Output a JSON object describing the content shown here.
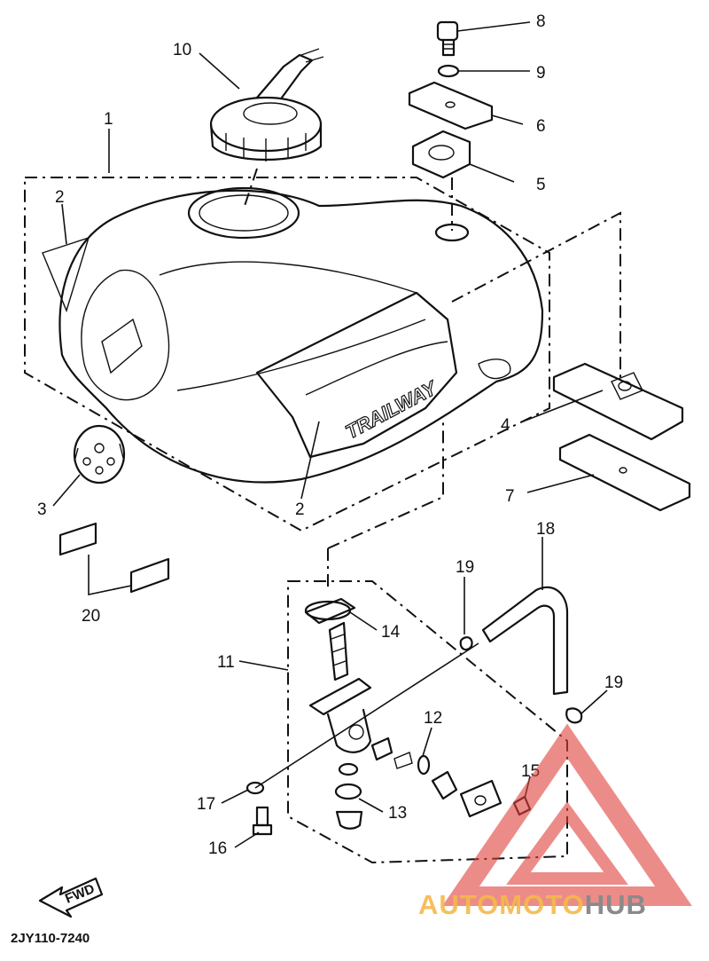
{
  "diagram": {
    "labels": {
      "p1": "1",
      "p2a": "2",
      "p2b": "2",
      "p3": "3",
      "p4": "4",
      "p5": "5",
      "p6": "6",
      "p7": "7",
      "p8": "8",
      "p9": "9",
      "p10": "10",
      "p11": "11",
      "p12": "12",
      "p13": "13",
      "p14": "14",
      "p15": "15",
      "p16": "16",
      "p17": "17",
      "p18": "18",
      "p19a": "19",
      "p19b": "19",
      "p20": "20"
    },
    "tank_decal": "TRAILWAY",
    "fwd_arrow": "FWD",
    "drawing_code": "2JY110-7240"
  },
  "watermark": {
    "part1": "AUTOMOTO",
    "part2": "HUB",
    "colors": {
      "part1": "#f5b84a",
      "part2": "#8a8a8a",
      "triangle": "#e0403c"
    }
  }
}
